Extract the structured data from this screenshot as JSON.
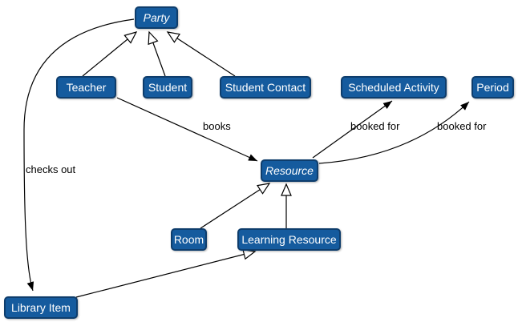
{
  "diagram": {
    "kind": "uml-class-diagram",
    "colors": {
      "node_fill": "#155B9E",
      "node_border": "#0E3D6C",
      "node_text": "#FFFFFF",
      "edge_line": "#000000",
      "edge_label_text": "#000000",
      "background": "#FFFFFF"
    },
    "nodes": {
      "party": {
        "label": "Party",
        "italic": true
      },
      "teacher": {
        "label": "Teacher",
        "italic": false
      },
      "student": {
        "label": "Student",
        "italic": false
      },
      "student_contact": {
        "label": "Student Contact",
        "italic": false
      },
      "scheduled_activity": {
        "label": "Scheduled Activity",
        "italic": false
      },
      "period": {
        "label": "Period",
        "italic": false
      },
      "resource": {
        "label": "Resource",
        "italic": true
      },
      "room": {
        "label": "Room",
        "italic": false
      },
      "learning_resource": {
        "label": "Learning Resource",
        "italic": false
      },
      "library_item": {
        "label": "Library Item",
        "italic": false
      }
    },
    "edges": [
      {
        "from": "teacher",
        "to": "party",
        "type": "generalization",
        "label": ""
      },
      {
        "from": "student",
        "to": "party",
        "type": "generalization",
        "label": ""
      },
      {
        "from": "student_contact",
        "to": "party",
        "type": "generalization",
        "label": ""
      },
      {
        "from": "room",
        "to": "resource",
        "type": "generalization",
        "label": ""
      },
      {
        "from": "learning_resource",
        "to": "resource",
        "type": "generalization",
        "label": ""
      },
      {
        "from": "library_item",
        "to": "learning_resource",
        "type": "generalization",
        "label": ""
      },
      {
        "from": "teacher",
        "to": "resource",
        "type": "association",
        "label": "books"
      },
      {
        "from": "resource",
        "to": "scheduled_activity",
        "type": "association",
        "label": "booked for"
      },
      {
        "from": "resource",
        "to": "period",
        "type": "association",
        "label": "booked for"
      },
      {
        "from": "party",
        "to": "library_item",
        "type": "association",
        "label": "checks out"
      }
    ]
  }
}
